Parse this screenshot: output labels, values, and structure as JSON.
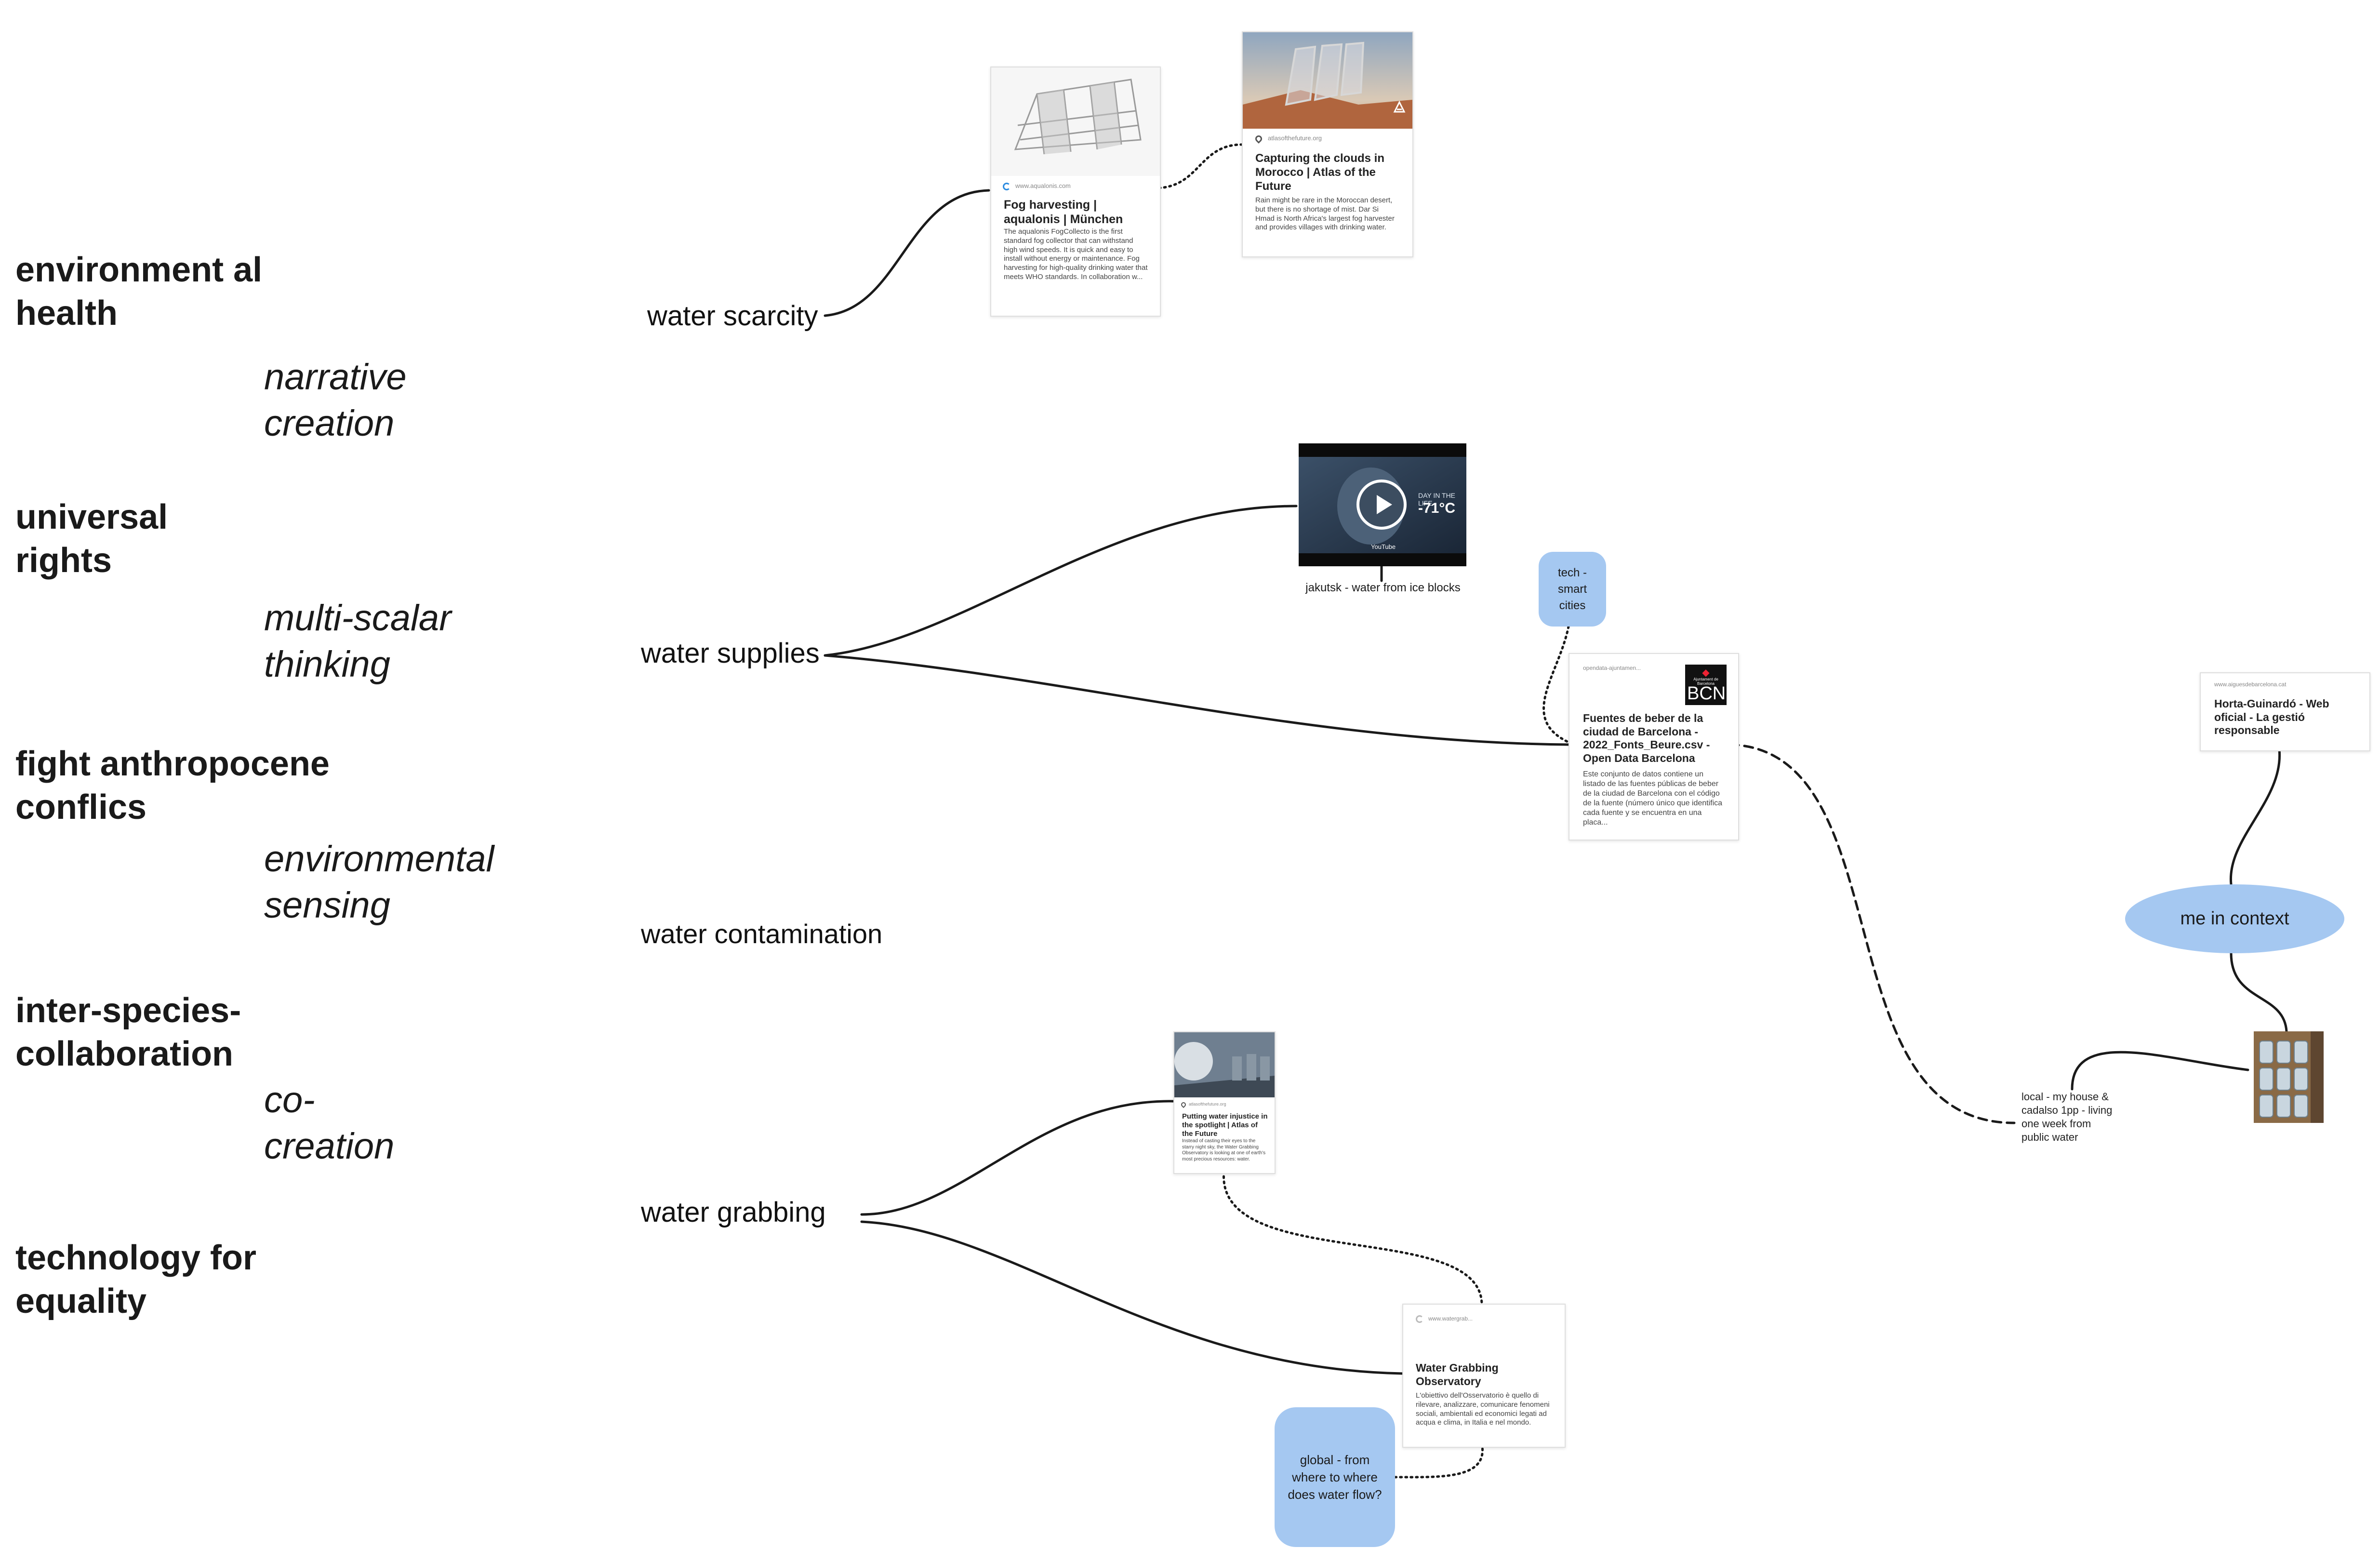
{
  "themes": [
    "environment al health",
    "universal rights",
    "fight anthropocene conflics",
    "inter-species- collaboration",
    "technology for equality"
  ],
  "methods": [
    "narrative creation",
    "multi-scalar thinking",
    "environmental sensing",
    "co- creation"
  ],
  "topics": {
    "scarcity": "water scarcity",
    "supplies": "water supplies",
    "contamination": "water contamination",
    "grabbing": "water grabbing"
  },
  "cards": {
    "fog": {
      "site": "www.aqualonis.com",
      "title": "Fog harvesting | aqualonis | München",
      "desc": "The aqualonis FogCollecto is the first standard fog collector that can withstand high wind speeds. It is quick and easy to install without energy or maintenance. Fog harvesting for high-quality drinking water that meets WHO standards. In collaboration w..."
    },
    "morocco": {
      "site": "atlasofthefuture.org",
      "title": "Capturing the clouds in Morocco | Atlas of the Future",
      "desc": "Rain might be rare in the Moroccan desert, but there is no shortage of mist. Dar Si Hmad is North Africa's largest fog harvester and provides villages with drinking water."
    },
    "video": {
      "overlay_line1": "DAY IN THE LIFE",
      "overlay_temp": "-71°C",
      "platform": "YouTube",
      "caption": "jakutsk - water from ice blocks"
    },
    "bcn": {
      "site": "opendata-ajuntamen...",
      "logo_small": "Ajuntament de Barcelona",
      "logo": "BCN",
      "title": "Fuentes de beber de la ciudad de Barcelona - 2022_Fonts_Beure.csv - Open Data Barcelona",
      "desc": "Este conjunto de datos contiene un listado de las fuentes públicas de beber de la ciudad de Barcelona con el código de la fuente (número único que identifica cada fuente y se encuentra en una placa..."
    },
    "horta": {
      "site": "www.aiguesdebarcelona.cat",
      "title": "Horta-Guinardó - Web oficial - La gestió responsable"
    },
    "injustice": {
      "site": "atlasofthefuture.org",
      "title": "Putting water injustice in the spotlight | Atlas of the Future",
      "desc": "Instead of casting their eyes to the starry night sky, the Water Grabbing Observatory is looking at one of earth's most precious resources: water."
    },
    "grabobs": {
      "site": "www.watergrab...",
      "title": "Water Grabbing Observatory",
      "desc": "L'obiettivo dell'Osservatorio è quello di rilevare, analizzare, comunicare fenomeni sociali, ambientali ed economici legati ad acqua e clima, in Italia e nel mondo."
    }
  },
  "stickies": {
    "tech": "tech - smart cities",
    "global": "global - from where to where does water flow?",
    "context": "me in context"
  },
  "local_note": "local - my house & cadalso 1pp - living one week from public water",
  "colors": {
    "sticky": "#a5c8f1",
    "line": "#1a1a1a"
  }
}
